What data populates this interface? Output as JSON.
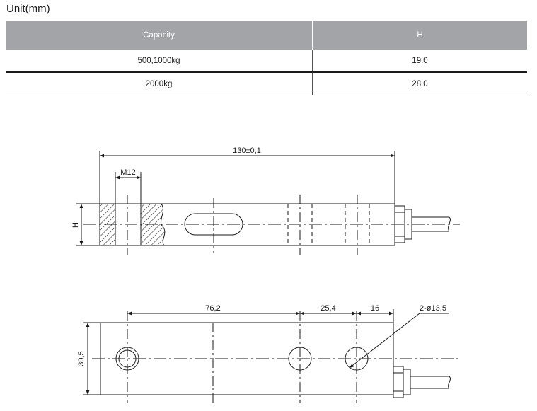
{
  "unit_label": "Unit(mm)",
  "table": {
    "headers": [
      "Capacity",
      "H"
    ],
    "rows": [
      [
        "500,1000kg",
        "19.0"
      ],
      [
        "2000kg",
        "28.0"
      ]
    ]
  },
  "drawing": {
    "side_view": {
      "length_dim": "130±0,1",
      "thread_label": "M12",
      "height_label": "H"
    },
    "top_view": {
      "hole_spacing_1": "76,2",
      "hole_spacing_2": "25,4",
      "hole_offset": "16",
      "hole_callout": "2-ø13,5",
      "width_dim": "30,5"
    }
  },
  "colors": {
    "header_bg": "#a3a4a8",
    "line": "#1a1a1a"
  }
}
